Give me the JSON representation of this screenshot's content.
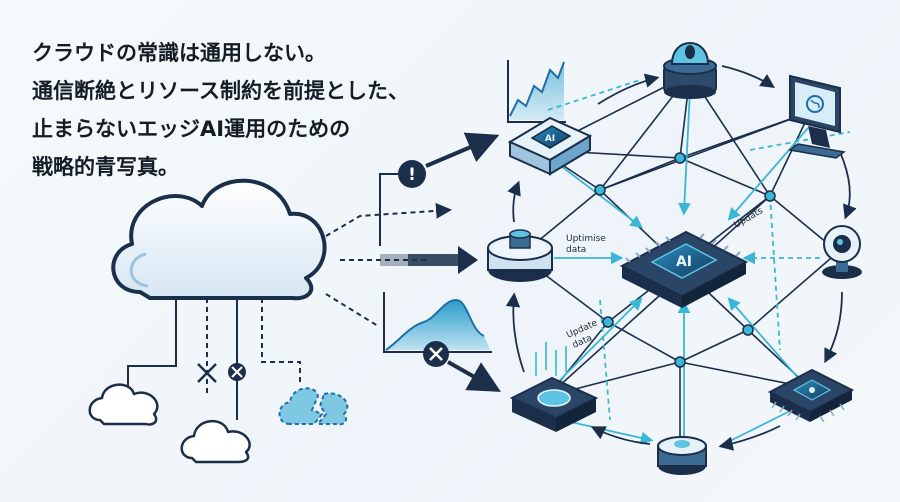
{
  "headline": {
    "line1": "クラウドの常識は通用しない。",
    "line2": "通信断絶とリソース制約を前提とした、",
    "line3": "止まらないエッジAI運用のための",
    "line4": "戦略的青写真。"
  },
  "chips": {
    "main": "AI",
    "edge": "AI"
  },
  "edge_labels": {
    "optimise": [
      "Uptimise",
      "data"
    ],
    "update": [
      "Update",
      "data"
    ],
    "updats": "Updats"
  },
  "status_marks": {
    "warning": "!"
  },
  "colors": {
    "navy": "#1b2f4a",
    "accent": "#3cb6d6",
    "deep_blue": "#1e6fa8",
    "light_cloud": "#dbe9f5"
  }
}
